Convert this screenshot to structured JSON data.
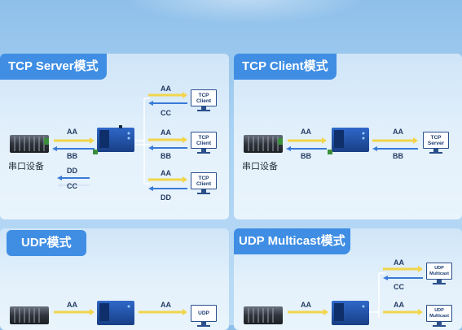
{
  "panels": {
    "tcp_server": {
      "title": "TCP Server模式",
      "serial_label": "串口设备",
      "left_labels": [
        "AA",
        "BB",
        "DD",
        "CC"
      ],
      "right_labels": [
        "AA",
        "CC",
        "AA",
        "BB",
        "AA",
        "DD"
      ],
      "clients": [
        {
          "line1": "TCP",
          "line2": "Client"
        },
        {
          "line1": "TCP",
          "line2": "Client"
        },
        {
          "line1": "TCP",
          "line2": "Client"
        }
      ]
    },
    "tcp_client": {
      "title": "TCP Client模式",
      "serial_label": "串口设备",
      "left_labels": [
        "AA",
        "BB"
      ],
      "right_labels": [
        "AA",
        "BB"
      ],
      "server": {
        "line1": "TCP",
        "line2": "Server"
      }
    },
    "udp": {
      "title": "UDP模式",
      "left_labels": [
        "AA"
      ],
      "right_labels": [
        "AA"
      ],
      "peer": {
        "line1": "UDP"
      }
    },
    "udp_multicast": {
      "title": "UDP Multicast模式",
      "left_labels": [
        "AA"
      ],
      "right_labels": [
        "AA",
        "CC",
        "AA"
      ],
      "peers": [
        {
          "line1": "UDP",
          "line2": "Multicast"
        },
        {
          "line1": "UDP",
          "line2": "Multicast"
        }
      ]
    }
  },
  "colors": {
    "panel_title_bg": "#3f8ee4",
    "arrow_yellow": "#f2d54a",
    "arrow_blue": "#3a7ad8",
    "device_blue": "#1f4fa3"
  }
}
